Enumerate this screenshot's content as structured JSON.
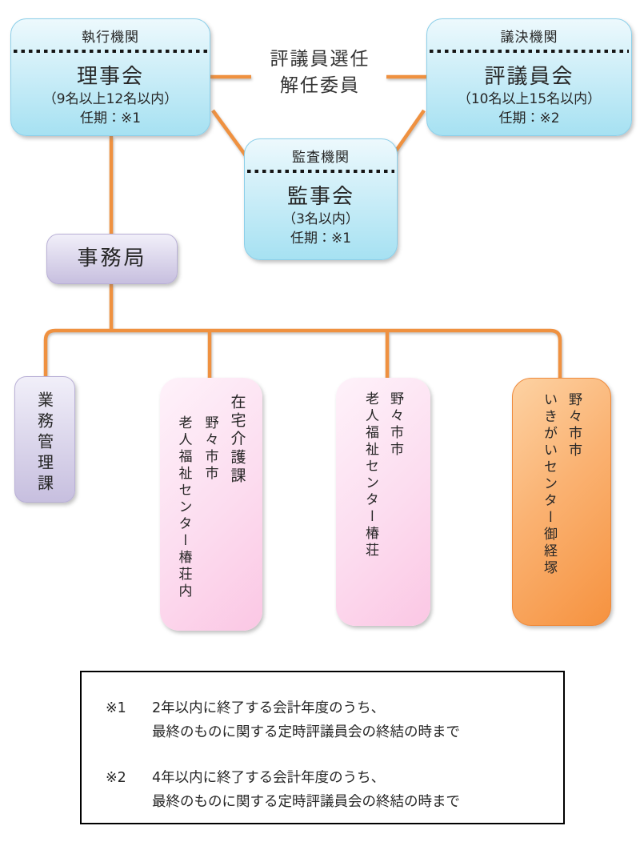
{
  "colors": {
    "connector": "#EF9140",
    "blue_light": "#EDF9FD",
    "blue_dark": "#A6E1F2",
    "lavender_light": "#F1EFF9",
    "lavender_dark": "#C7BFDF",
    "pink_light": "#FEF2FA",
    "pink_dark": "#FBC7E4",
    "orange_light": "#FDD2A3",
    "orange_dark": "#F6923F",
    "note_border": "#000000"
  },
  "nodes": {
    "board": {
      "category": "執行機関",
      "title": "理事会",
      "size": "（9名以上12名以内）",
      "term": "任期：※1"
    },
    "councilors": {
      "category": "議決機関",
      "title": "評議員会",
      "size": "（10名以上15名以内）",
      "term": "任期：※2"
    },
    "audit": {
      "category": "監査機関",
      "title": "監事会",
      "size": "（3名以内）",
      "term": "任期：※1"
    },
    "committee": {
      "line1": "評議員選任",
      "line2": "解任委員"
    },
    "secretariat": {
      "title": "事務局"
    },
    "dept_gyomu": {
      "title": "業務管理課"
    },
    "dept_zaitaku": {
      "title": "在宅介護課",
      "sub1": "野々市市",
      "sub2": "老人福祉センター椿荘内"
    },
    "dept_tsubaki": {
      "line1": "野々市市",
      "line2": "老人福祉センター椿荘"
    },
    "dept_ikigai": {
      "line1": "野々市市",
      "line2": "いきがいセンター御経塚"
    }
  },
  "notes": [
    {
      "marker": "※1",
      "line1": "2年以内に終了する会計年度のうち、",
      "line2": "最終のものに関する定時評議員会の終結の時まで"
    },
    {
      "marker": "※2",
      "line1": "4年以内に終了する会計年度のうち、",
      "line2": "最終のものに関する定時評議員会の終結の時まで"
    }
  ]
}
